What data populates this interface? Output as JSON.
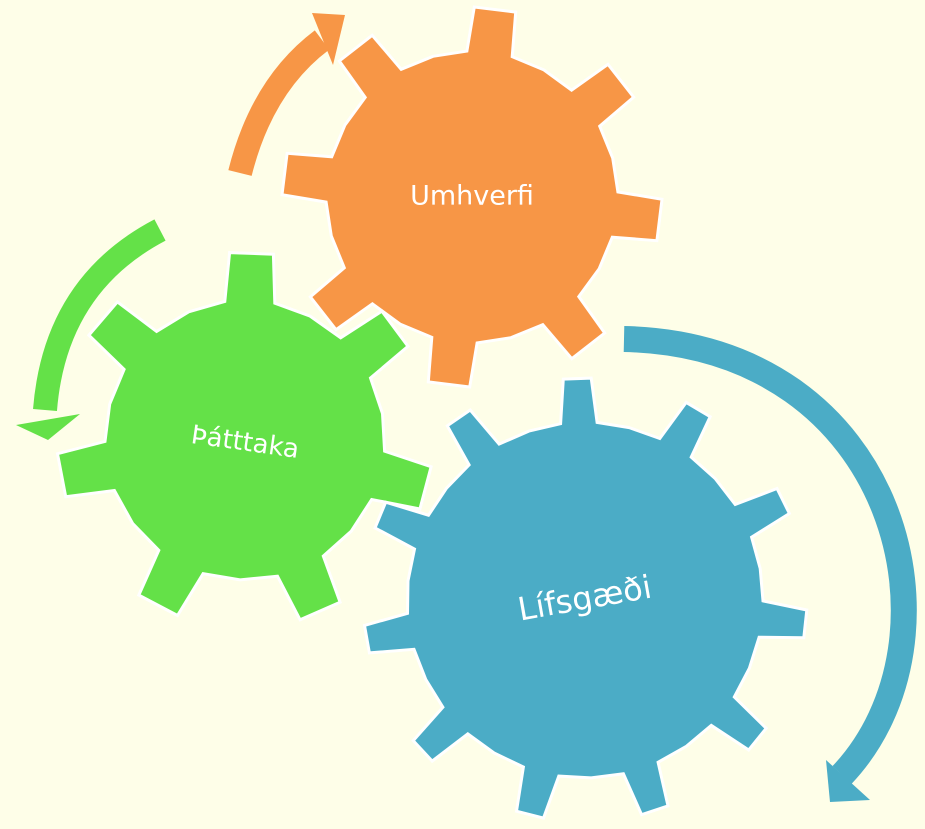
{
  "colors": {
    "background": "#FEFEE8",
    "orange": "#F79646",
    "green": "#64E148",
    "blue": "#4BACC6",
    "outline": "#FFFFFF"
  },
  "gears": [
    {
      "id": "umhverfi",
      "label": "Umhverfi",
      "color": "#F79646",
      "teeth": 8,
      "icon": "gear-icon"
    },
    {
      "id": "thatttaka",
      "label": "Þátttaka",
      "color": "#64E148",
      "teeth": 7,
      "icon": "gear-icon"
    },
    {
      "id": "lifsgaedi",
      "label": "Lífsgæði",
      "color": "#4BACC6",
      "teeth": 11,
      "icon": "gear-icon"
    }
  ],
  "arrows": [
    {
      "id": "orange-arrow",
      "color": "#F79646",
      "direction": "clockwise",
      "icon": "curved-arrow-icon"
    },
    {
      "id": "green-arrow",
      "color": "#64E148",
      "direction": "counter-clockwise",
      "icon": "curved-arrow-icon"
    },
    {
      "id": "blue-arrow",
      "color": "#4BACC6",
      "direction": "clockwise",
      "icon": "curved-arrow-icon"
    }
  ]
}
